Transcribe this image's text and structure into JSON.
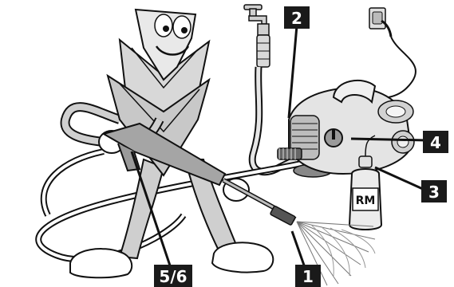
{
  "callouts": [
    {
      "id": "1",
      "label": "1"
    },
    {
      "id": "2",
      "label": "2"
    },
    {
      "id": "3",
      "label": "3"
    },
    {
      "id": "4",
      "label": "4"
    },
    {
      "id": "5_6",
      "label": "5/6"
    }
  ],
  "bottle_label": "RM",
  "colors": {
    "callout_fill": "#1a1a1a",
    "callout_text": "#ffffff",
    "outline": "#111111",
    "figure_fill": "#d7d7d7",
    "figure_shade": "#a9a9a9",
    "hose_fill": "#cfcfcf",
    "background": "#ffffff"
  }
}
